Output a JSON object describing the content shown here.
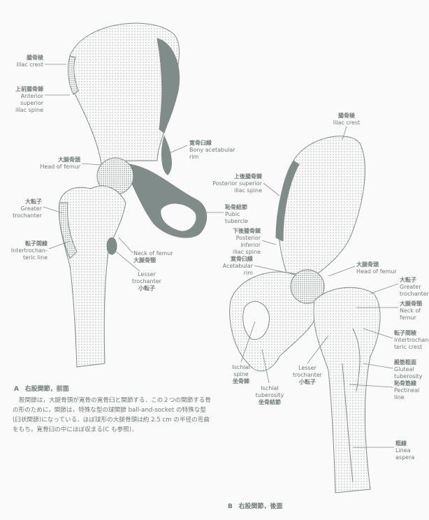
{
  "figure_a": {
    "caption_letter": "A",
    "caption_title": "右股関節，前面",
    "paragraph": "股関節は，大腿骨頭が寛骨の寛骨臼と関節する．この２つの関節する骨の形のために，関節は，特殊な型の球関節 ball-and-socket の特殊な型(臼状関節)になっている．ほぼ球形の大腿骨頭は約 2.5 cm の半径の弯曲をもち，寛骨臼の中にほぼ収まる(C も参照)．",
    "labels": {
      "iliac_crest": {
        "jp": "腸骨稜",
        "en": "Iliac crest"
      },
      "asis": {
        "jp": "上前腸骨棘",
        "en1": "Anterior",
        "en2": "superior",
        "en3": "iliac spine"
      },
      "head_femur": {
        "jp": "大腿骨頭",
        "en": "Head of femur"
      },
      "greater_troch": {
        "jp": "大転子",
        "en1": "Greater",
        "en2": "trochanter"
      },
      "intertroch_line": {
        "jp": "転子間線",
        "en1": "Intertrochan-",
        "en2": "teric line"
      },
      "acetabular_rim": {
        "jp": "寛骨臼縁",
        "en1": "Bony acetabular",
        "en2": "rim"
      },
      "pubic_tubercle": {
        "jp": "恥骨結節",
        "en1": "Pubic",
        "en2": "tubercle"
      },
      "neck_femur": {
        "jp": "大腿骨頸",
        "en": "Neck of femur"
      },
      "lesser_troch": {
        "jp": "小転子",
        "en1": "Lesser",
        "en2": "trochanter"
      }
    }
  },
  "figure_b": {
    "caption_letter": "B",
    "caption_title": "右股関節，後面",
    "labels": {
      "iliac_crest": {
        "jp": "腸骨稜",
        "en": "Iliac crest"
      },
      "psis": {
        "jp": "上後腸骨棘",
        "en1": "Posterior superior",
        "en2": "iliac spine"
      },
      "piis": {
        "jp": "下後腸骨棘",
        "en1": "Posterior",
        "en2": "inferior",
        "en3": "iliac spine"
      },
      "acetabular_rim": {
        "jp": "寛骨臼縁",
        "en1": "Acetabular",
        "en2": "rim"
      },
      "head_femur": {
        "jp": "大腿骨頭",
        "en": "Head of femur"
      },
      "greater_troch": {
        "jp": "大転子",
        "en1": "Greater",
        "en2": "trochanter"
      },
      "neck_femur": {
        "jp": "大腿骨頸",
        "en1": "Neck of",
        "en2": "femur"
      },
      "intertroch_crest": {
        "jp": "転子間稜",
        "en1": "Intertrochan-",
        "en2": "teric crest"
      },
      "gluteal_tub": {
        "jp": "殿筋粗面",
        "en1": "Gluteal",
        "en2": "tuberosity"
      },
      "pectineal": {
        "jp": "恥骨筋線",
        "en1": "Pectineal",
        "en2": "line"
      },
      "linea_aspera": {
        "jp": "粗線",
        "en1": "Linea",
        "en2": "aspera"
      },
      "ischial_spine": {
        "jp": "坐骨棘",
        "en1": "Ischial",
        "en2": "spine"
      },
      "ischial_tub": {
        "jp": "坐骨結節",
        "en1": "Ischial",
        "en2": "tuberosity"
      },
      "lesser_troch": {
        "jp": "小転子",
        "en1": "Lesser",
        "en2": "trochanter"
      }
    }
  },
  "colors": {
    "ink": "#7f8c8a",
    "paper": "#fafafa"
  }
}
